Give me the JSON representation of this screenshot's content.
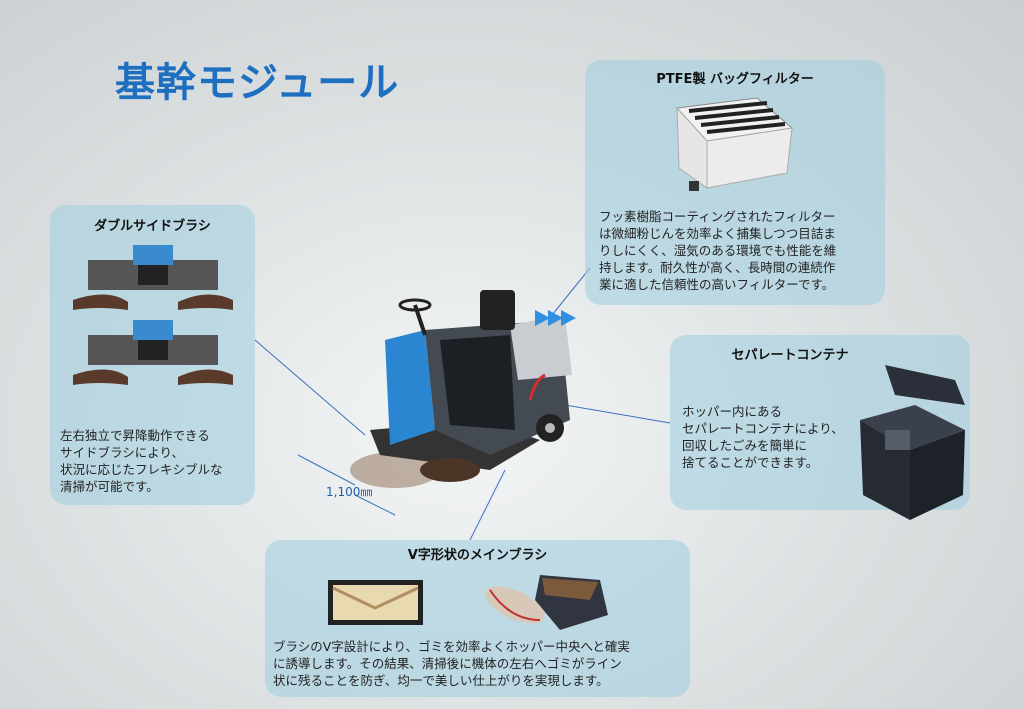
{
  "title": "基幹モジュール",
  "panels": {
    "filter": {
      "heading": "PTFE製 バッグフィルター",
      "text": "フッ素樹脂コーティングされたフィルター\nは微細粉じんを効率よく捕集しつつ目詰ま\nりしにくく、湿気のある環境でも性能を維\n持します。耐久性が高く、長時間の連続作\n業に適した信頼性の高いフィルターです。"
    },
    "side_brush": {
      "heading": "ダブルサイドブラシ",
      "text": "左右独立で昇降動作できる\nサイドブラシにより、\n状況に応じたフレキシブルな\n清掃が可能です。"
    },
    "container": {
      "heading": "セパレートコンテナ",
      "text": "ホッパー内にある\nセパレートコンテナにより、\n回収したごみを簡単に\n捨てることができます。"
    },
    "main_brush": {
      "heading": "V字形状のメインブラシ",
      "text": "ブラシのV字設計により、ゴミを効率よくホッパー中央へと確実\nに誘導します。その結果、清掃後に機体の左右へゴミがライン\n状に残ることを防ぎ、均一で美しい仕上がりを実現します。"
    }
  },
  "dimension_label": "1,100㎜",
  "colors": {
    "title": "#1e6fc0",
    "panel": "#a5d0e0",
    "machine_blue": "#2a86d0"
  }
}
